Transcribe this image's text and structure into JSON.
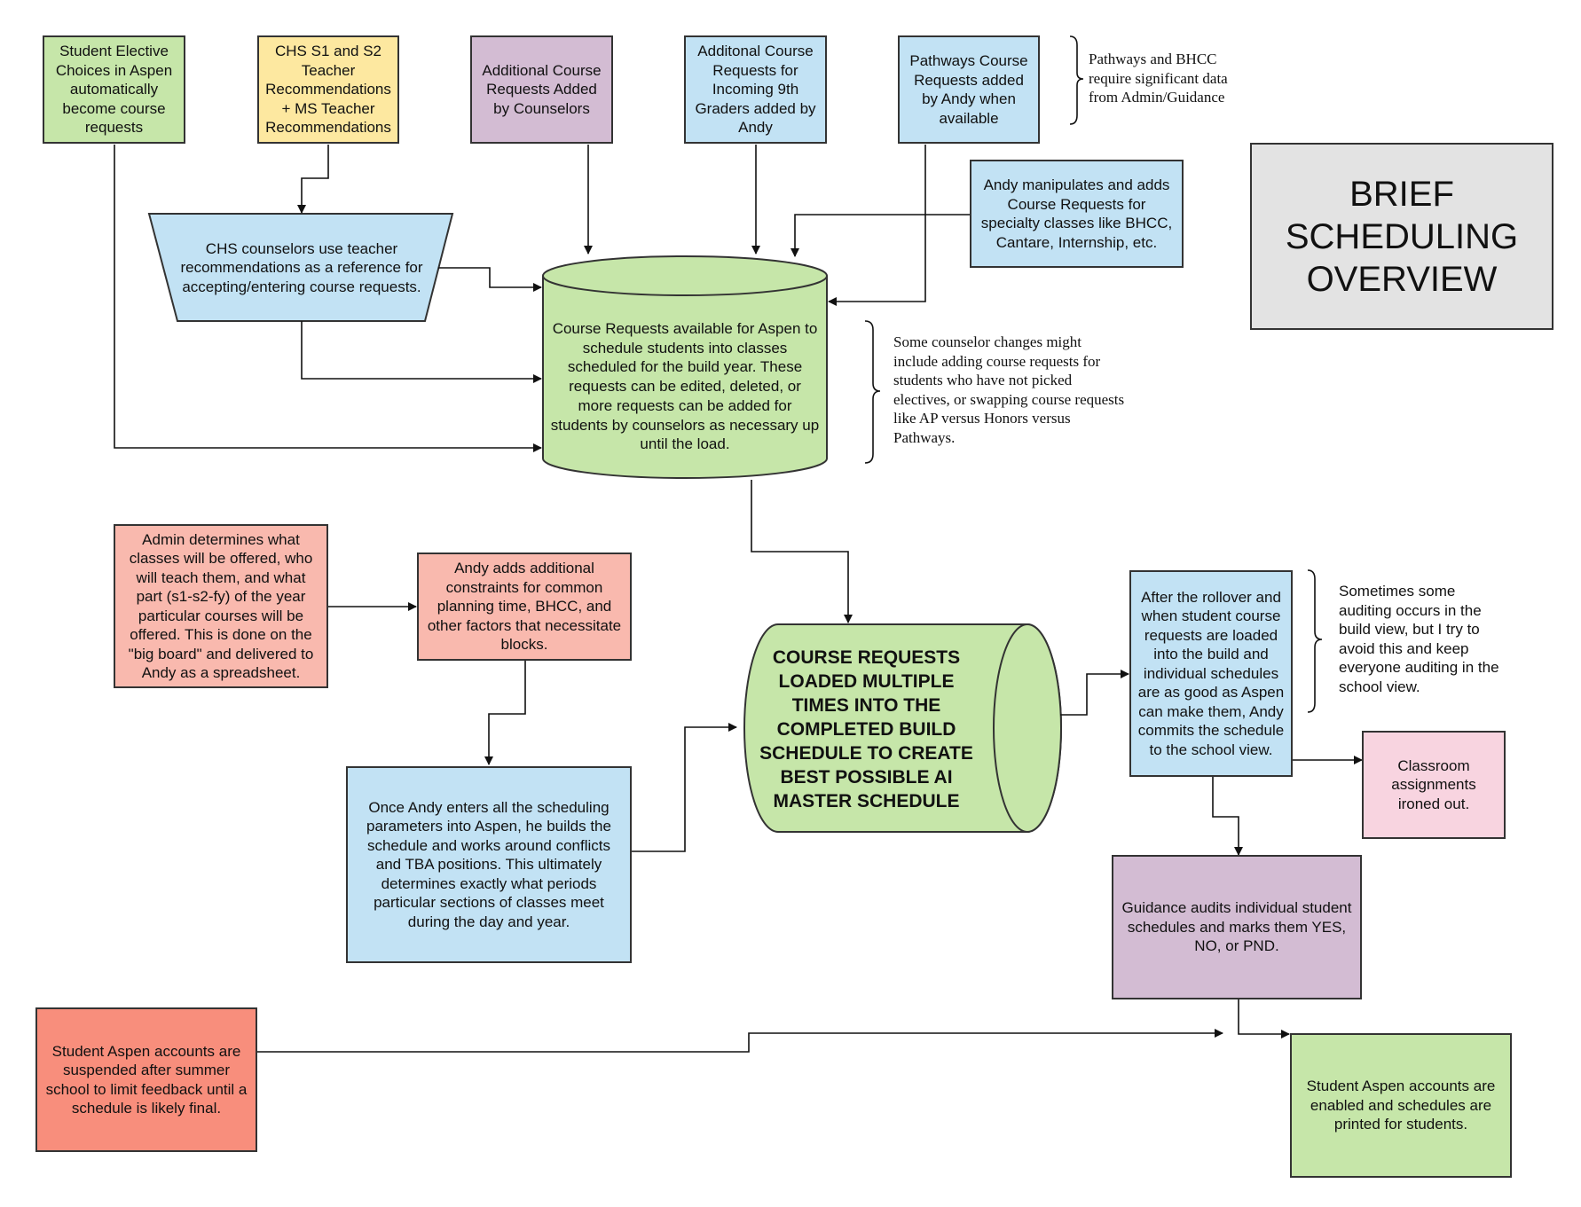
{
  "title": "BRIEF SCHEDULING OVERVIEW",
  "colors": {
    "green": "#c6e6a9",
    "yellow": "#fde8a0",
    "purple": "#d3bcd3",
    "blue": "#c2e2f4",
    "salmon": "#f9b9ae",
    "red": "#f88e7c",
    "pink": "#f8d4e0",
    "gray": "#e3e3e3"
  },
  "nodes": {
    "student_elective": "Student Elective Choices in Aspen automatically become course requests",
    "chs_recommendations": "CHS S1 and S2 Teacher Recommendations + MS Teacher Recommendations",
    "additional_counselors": "Additional Course Requests Added by Counselors",
    "incoming_9th": "Additonal Course Requests for Incoming 9th Graders added by Andy",
    "pathways": "Pathways Course Requests added by Andy when available",
    "andy_manipulates": "Andy manipulates and adds Course Requests for specialty classes like BHCC, Cantare, Internship, etc.",
    "chs_counselors": "CHS counselors use teacher recommendations as a reference for accepting/entering course requests.",
    "course_requests_db": "Course Requests available for Aspen to schedule students into classes scheduled for the build year. These requests can be edited, deleted, or more requests can be added for students by counselors as necessary up until the load.",
    "admin_determines": "Admin determines what classes will be offered, who will teach them, and what part (s1-s2-fy) of the year particular courses will be offered. This is done on the \"big board\" and delivered to Andy as a spreadsheet.",
    "andy_constraints": "Andy adds additional constraints for common planning time, BHCC, and other factors that necessitate blocks.",
    "once_andy": "Once Andy enters all the scheduling parameters into Aspen, he builds the schedule and works around conflicts and TBA positions. This ultimately determines exactly what periods particular sections of classes meet during the day and year.",
    "loaded_multiple": "COURSE REQUESTS LOADED MULTIPLE TIMES INTO THE COMPLETED BUILD SCHEDULE TO CREATE BEST POSSIBLE AI MASTER SCHEDULE",
    "after_rollover": "After the rollover and when student course requests are loaded into the build and individual schedules are as good as Aspen can make them, Andy commits the schedule to the school view.",
    "classroom": "Classroom assignments ironed out.",
    "guidance_audits": "Guidance audits individual student schedules and marks them YES, NO, or PND.",
    "suspended": "Student Aspen accounts are suspended after summer school to limit feedback until a schedule is likely final.",
    "enabled": "Student Aspen accounts are enabled and schedules are printed for students."
  },
  "notes": {
    "pathways_bhcc": "Pathways and BHCC require significant data from Admin/Guidance",
    "counselor_changes": "Some counselor changes might include adding course requests for students who have not picked electives, or swapping course requests like AP versus Honors versus Pathways.",
    "auditing": "Sometimes some auditing occurs in the build view, but I try to avoid this and keep everyone auditing in the school view."
  }
}
